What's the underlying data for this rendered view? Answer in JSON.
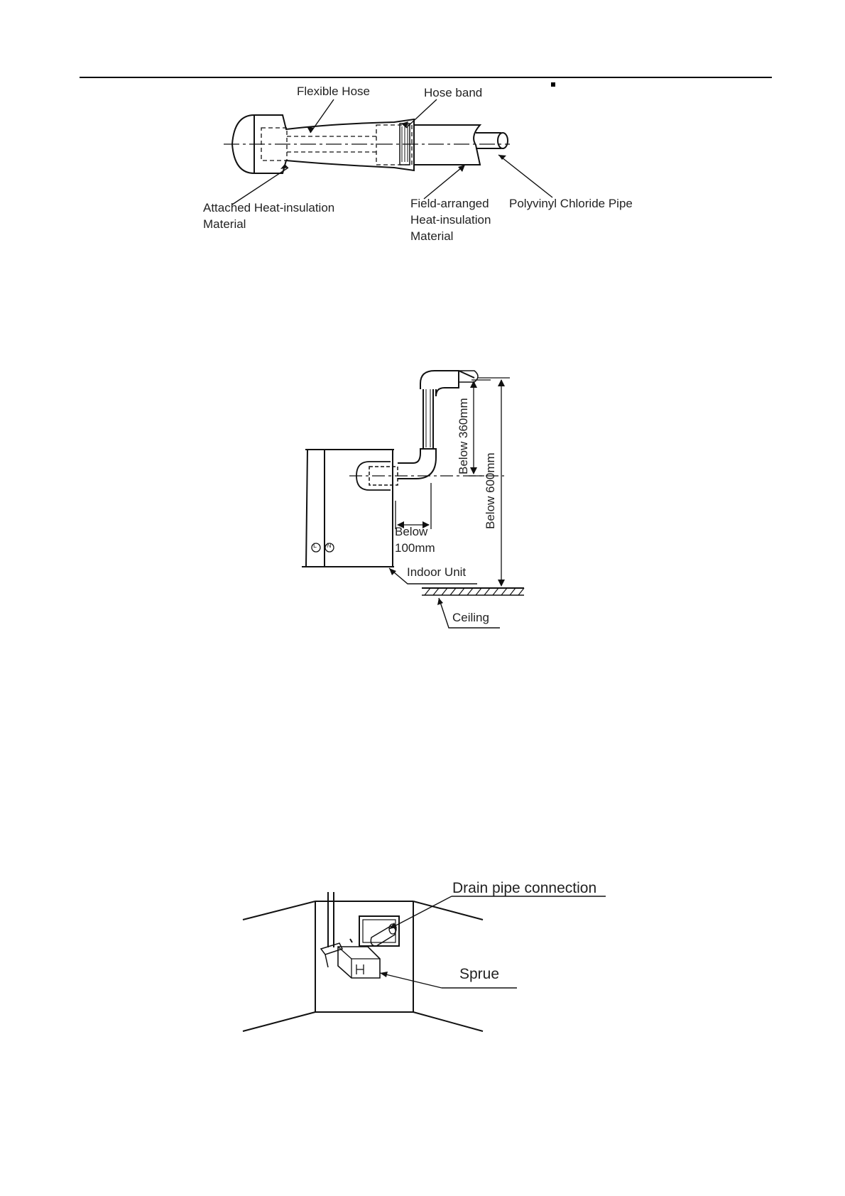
{
  "figure1": {
    "flexible_hose": "Flexible Hose",
    "hose_band": "Hose band",
    "attached_insulation": "Attached Heat-insulation\nMaterial",
    "field_insulation": "Field-arranged\nHeat-insulation\nMaterial",
    "pvc_pipe": "Polyvinyl Chloride Pipe"
  },
  "figure2": {
    "dim_360": "Below 360mm",
    "dim_600": "Below 600mm",
    "dim_100": "Below\n100mm",
    "indoor_unit": "Indoor Unit",
    "ceiling": "Ceiling",
    "terminal_l": "L",
    "terminal_n": "N"
  },
  "figure3": {
    "drain_connection": "Drain pipe connection",
    "sprue": "Sprue"
  }
}
